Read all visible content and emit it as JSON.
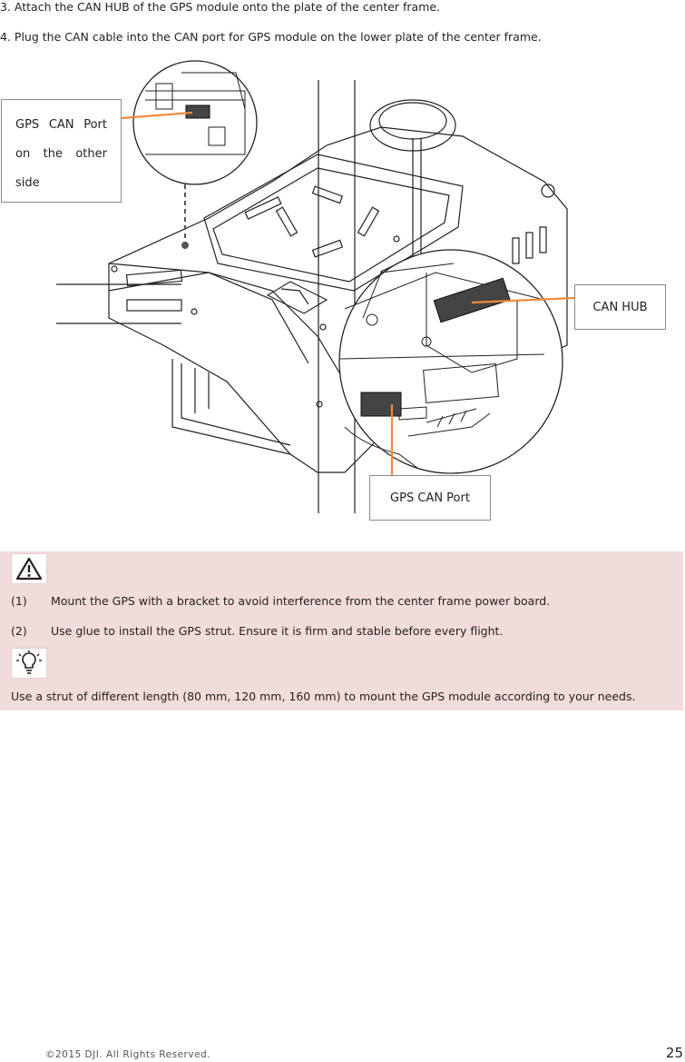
{
  "steps": {
    "step3": "3. Attach the CAN HUB of the GPS module onto the plate of the center frame.",
    "step4": "4. Plug the CAN cable into the CAN port for GPS module on the lower plate of the center frame."
  },
  "figure": {
    "callout_gps_other_side": "GPS  CAN  Port on  the  other side",
    "callout_can_hub": "CAN HUB",
    "callout_gps_can_port": "GPS CAN Port",
    "accent_color": "#f28a3c"
  },
  "notes": {
    "warning_icon": "warning-triangle-icon",
    "items": [
      {
        "num": "(1)",
        "text": "Mount the GPS with a bracket to avoid interference from the center frame power board."
      },
      {
        "num": "(2)",
        "text": "Use glue to install the GPS strut. Ensure it is firm and stable before every flight."
      }
    ],
    "tip_icon": "lightbulb-icon",
    "tip_text": "Use a strut of different length (80 mm, 120 mm, 160 mm) to mount the GPS module according to your needs.",
    "background_color": "#f2dcdb"
  },
  "footer": {
    "copyright": "©2015  DJI.  All  Rights  Reserved.",
    "page_number": "25"
  }
}
